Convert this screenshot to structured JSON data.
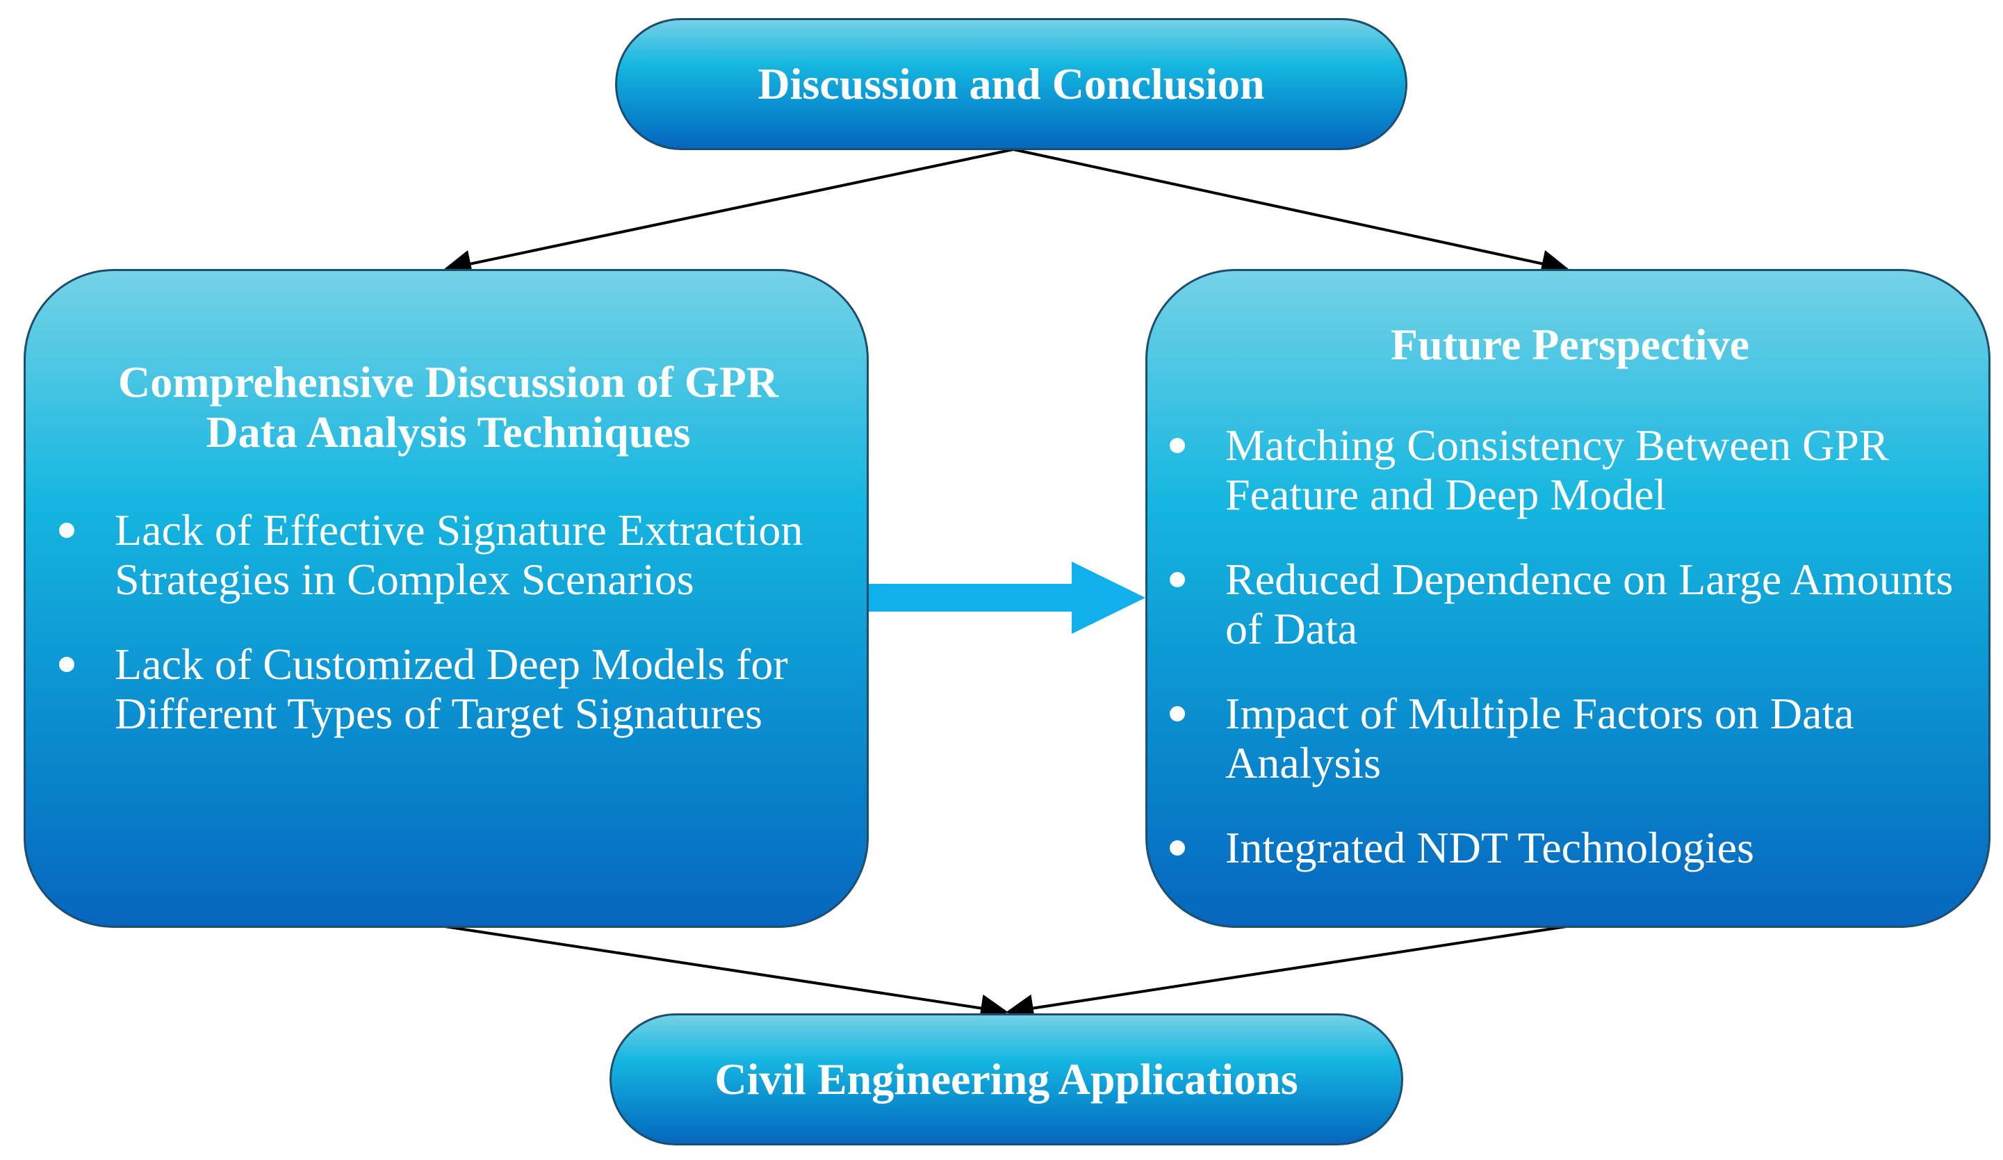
{
  "top": {
    "title": "Discussion and Conclusion"
  },
  "left": {
    "title": "Comprehensive Discussion of GPR Data Analysis Techniques",
    "items": [
      "Lack of Effective Signature Extraction Strategies in Complex Scenarios",
      "Lack of Customized Deep Models for Different Types of Target Signatures"
    ]
  },
  "right": {
    "title": "Future Perspective",
    "items": [
      "Matching Consistency Between GPR Feature and Deep Model",
      "Reduced Dependence on Large Amounts of Data",
      "Impact of Multiple Factors on Data Analysis",
      "Integrated NDT Technologies"
    ]
  },
  "bottom": {
    "title": "Civil Engineering Applications"
  },
  "colors": {
    "box_top": "#74d2e6",
    "box_bottom": "#0666bd",
    "border": "#1d4e6e",
    "big_arrow": "#10b0ec",
    "connector": "#000000",
    "text": "#ffffff"
  }
}
